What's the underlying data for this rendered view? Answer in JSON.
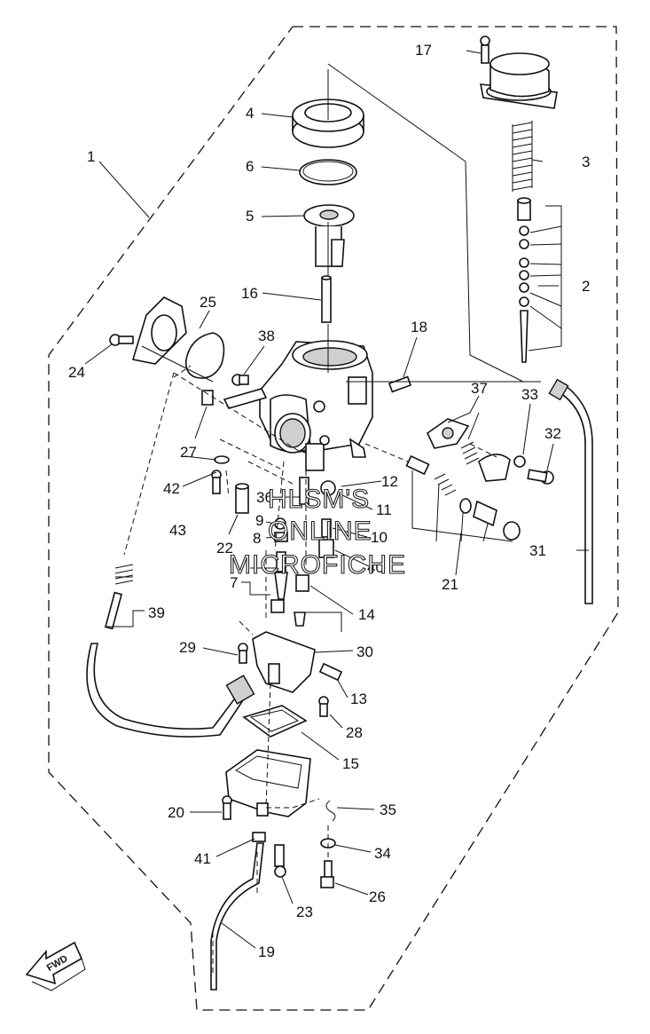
{
  "callouts": {
    "c1": "1",
    "c2": "2",
    "c3": "3",
    "c4": "4",
    "c5": "5",
    "c6": "6",
    "c7": "7",
    "c8": "8",
    "c9": "9",
    "c10": "10",
    "c11": "11",
    "c12": "12",
    "c13": "13",
    "c14": "14",
    "c15": "15",
    "c16": "16",
    "c17": "17",
    "c18": "18",
    "c19": "19",
    "c20": "20",
    "c21": "21",
    "c22": "22",
    "c23": "23",
    "c24": "24",
    "c25": "25",
    "c26": "26",
    "c27": "27",
    "c28": "28",
    "c29": "29",
    "c30": "30",
    "c31": "31",
    "c32": "32",
    "c33": "33",
    "c34": "34",
    "c35": "35",
    "c36": "36",
    "c37": "37",
    "c38": "38",
    "c39": "39",
    "c40": "40",
    "c41": "41",
    "c42": "42",
    "c43": "43"
  },
  "watermark": {
    "line1": "HLSM'S",
    "line2": "ONLINE",
    "line3": "MICROFICHE"
  },
  "fwd_label": "FWD"
}
